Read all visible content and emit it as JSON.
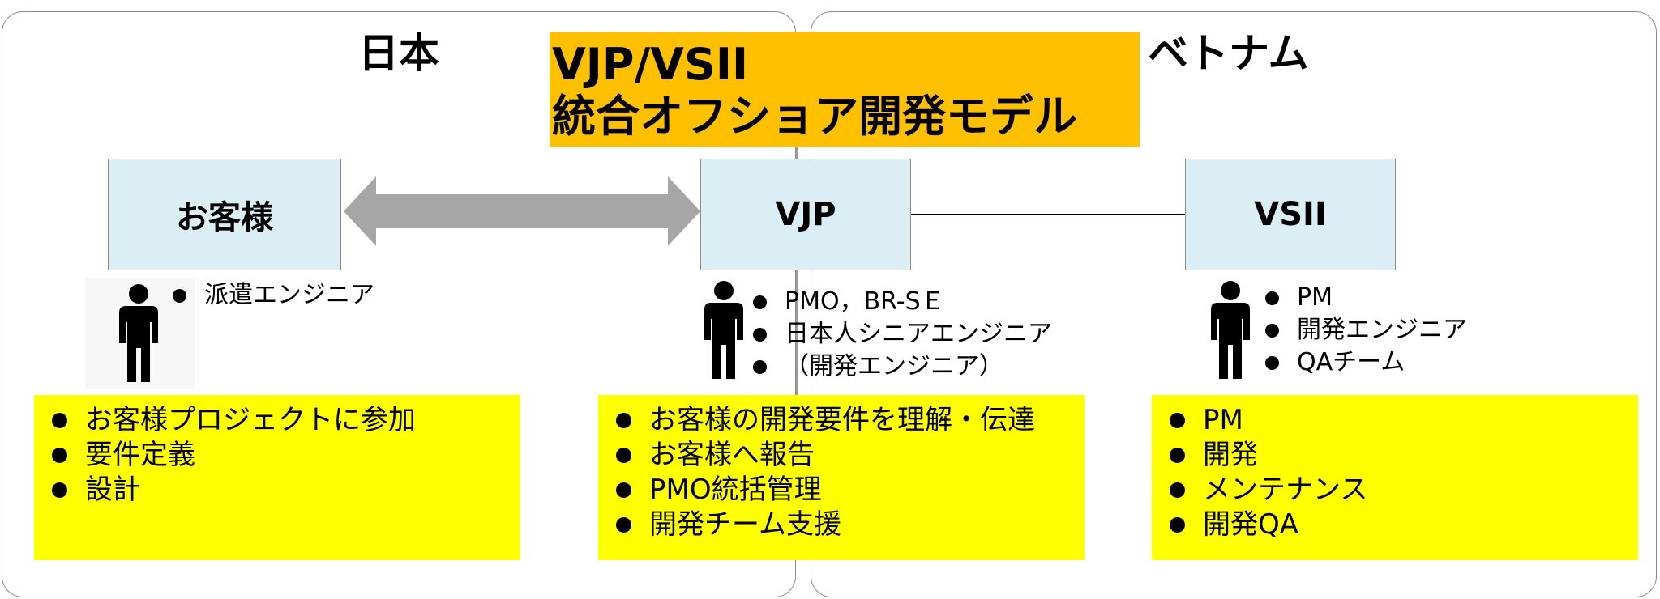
{
  "banner": {
    "line1": "VJP/VSII",
    "line2": "統合オフショア開発モデル",
    "color": "#ffc000"
  },
  "regions": {
    "japan": {
      "title": "日本"
    },
    "vietnam": {
      "title": "ベトナム"
    }
  },
  "entities": {
    "customer": "お客様",
    "vjp": "VJP",
    "vsii": "VSII",
    "fill_color": "#daeef3"
  },
  "roles": {
    "customer": [
      "派遣エンジニア"
    ],
    "vjp": [
      "PMO，BR-SＥ",
      "日本人シニアエンジニア",
      "（開発エンジニア）"
    ],
    "vsii": [
      "PM",
      "開発エンジニア",
      "QAチーム"
    ]
  },
  "tasks": {
    "highlight_color": "#ffff00",
    "customer": [
      "お客様プロジェクトに参加",
      "要件定義",
      "設計"
    ],
    "vjp": [
      "お客様の開発要件を理解・伝達",
      "お客様へ報告",
      "PMO統括管理",
      "開発チーム支援"
    ],
    "vsii": [
      "PM",
      "開発",
      "メンテナンス",
      "開発QA"
    ]
  },
  "icons": {
    "person": "person-icon",
    "arrow": "double-headed-arrow",
    "bullet": "bullet-dot"
  }
}
